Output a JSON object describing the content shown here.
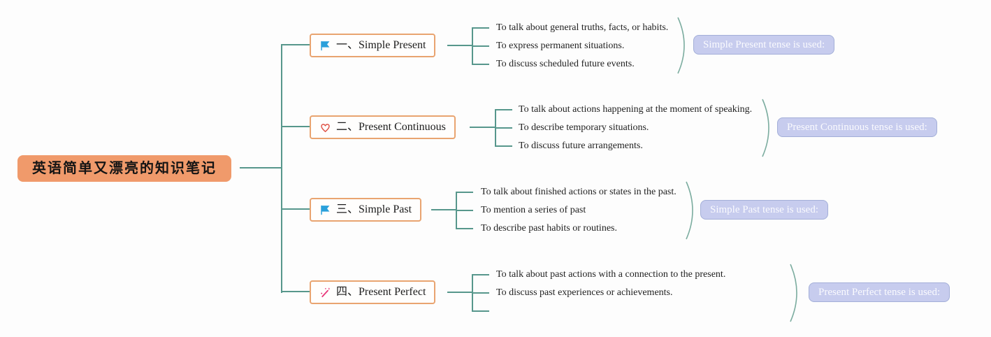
{
  "title": "英语简单又漂亮的知识笔记",
  "colors": {
    "root_fill": "#F09A6B",
    "node_border": "#E9A470",
    "connector_line": "#57978C",
    "bracket": "#7BAC9F",
    "summary_fill": "#C7CCEE",
    "summary_border": "#A3AFD8",
    "summary_text": "#FAFAFE",
    "flag_icon_color": "#2AA0DB",
    "heart_icon_color": "#DF5145",
    "wand_icon_color": "#E8387A"
  },
  "branches": [
    {
      "icon": "flag-icon",
      "label": "一、Simple Present",
      "items": [
        "To talk about general truths, facts, or habits.",
        "To express permanent situations.",
        "To discuss scheduled future events."
      ],
      "summary": "Simple Present tense is used:"
    },
    {
      "icon": "heart-icon",
      "label": "二、Present Continuous",
      "items": [
        "To talk about actions happening at the moment of speaking.",
        "To describe temporary situations.",
        "To discuss future arrangements."
      ],
      "summary": "Present Continuous tense is used:"
    },
    {
      "icon": "flag-icon",
      "label": "三、Simple Past",
      "items": [
        "To talk about finished actions or states in the past.",
        "To mention a series of past",
        "To describe past habits or routines."
      ],
      "summary": "Simple Past tense is used:"
    },
    {
      "icon": "wand-icon",
      "label": "四、Present Perfect",
      "items": [
        "To talk about past actions with a connection to the present.",
        "To discuss past experiences or achievements."
      ],
      "summary": "Present Perfect tense is used:"
    }
  ]
}
